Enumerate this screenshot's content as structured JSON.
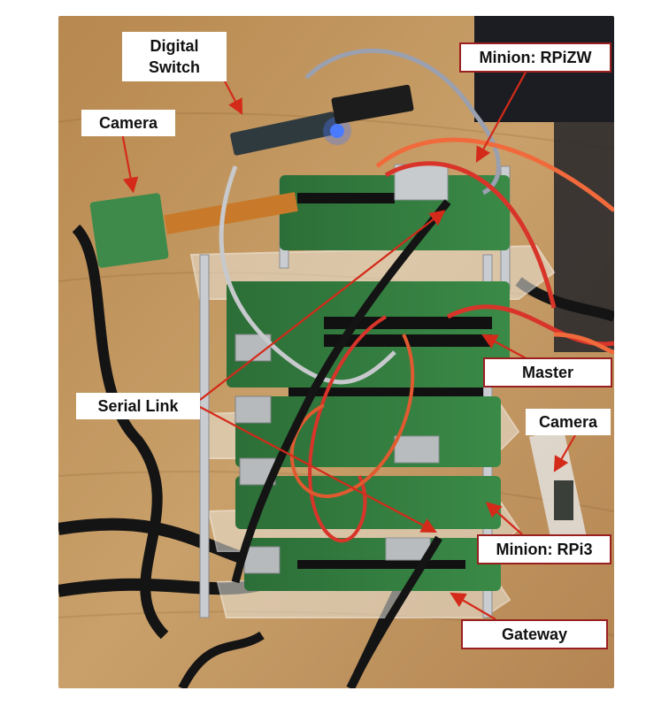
{
  "labels": {
    "digital_switch": "Digital\nSwitch",
    "camera_left": "Camera",
    "minion_rpizw": "Minion: RPiZW",
    "master": "Master",
    "serial_link": "Serial Link",
    "camera_right": "Camera",
    "minion_rpi3": "Minion: RPi3",
    "gateway": "Gateway"
  },
  "colors": {
    "label_border": "#9a1f1f",
    "arrow": "#d42a1a",
    "desk_wood": "#c39a63",
    "pcb_green": "#2f7a3c",
    "acrylic": "#e9e4da",
    "cable_red": "#d8342a",
    "cable_orange": "#f0703a",
    "cable_black": "#1a1a1a"
  }
}
